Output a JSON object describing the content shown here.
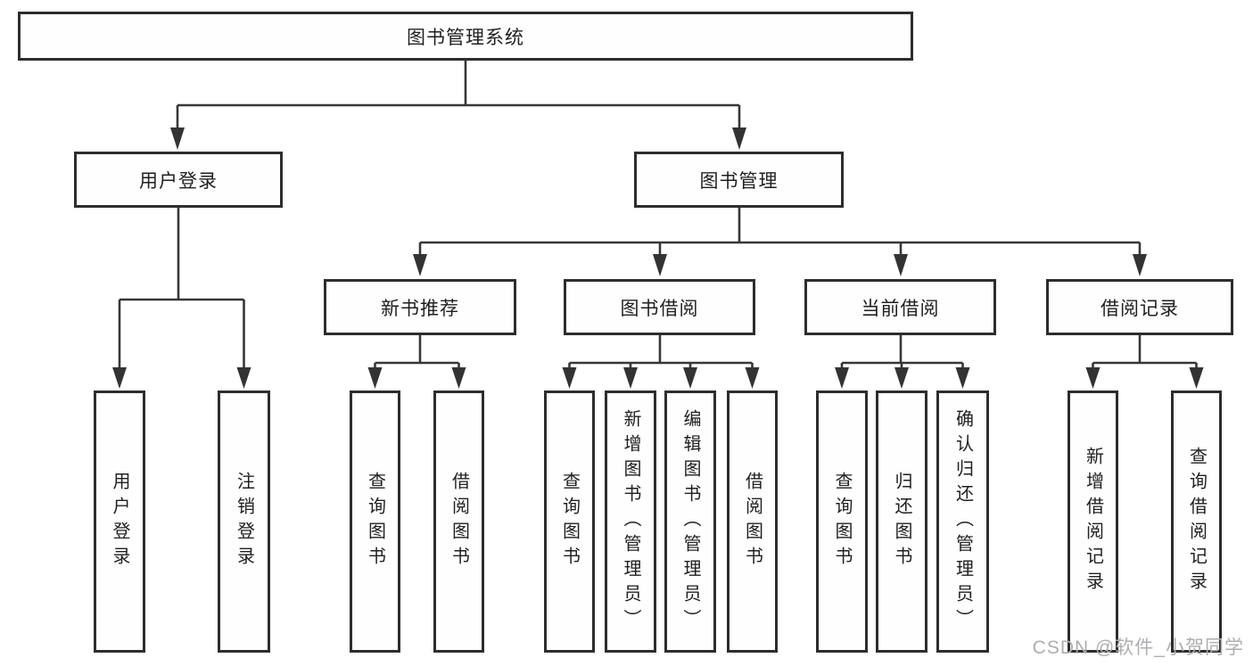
{
  "diagram": {
    "title": "图书管理系统",
    "level2": {
      "user_login": "用户登录",
      "book_management": "图书管理"
    },
    "level3": {
      "new_book_recommend": "新书推荐",
      "book_borrow": "图书借阅",
      "current_borrow": "当前借阅",
      "borrow_records": "借阅记录"
    },
    "leaves": {
      "user_login": [
        "用户登录",
        "注销登录"
      ],
      "new_book_recommend": [
        "查询图书",
        "借阅图书"
      ],
      "book_borrow": [
        "查询图书",
        "新增图书（管理员）",
        "编辑图书（管理员）",
        "借阅图书"
      ],
      "current_borrow": [
        "查询图书",
        "归还图书",
        "确认归还（管理员）"
      ],
      "borrow_records": [
        "新增借阅记录",
        "查询借阅记录"
      ]
    }
  },
  "watermark": "CSDN @软件_小贺同学",
  "colors": {
    "line": "#373737",
    "box_border": "#2d2d2d",
    "text": "#1f1f1f",
    "watermark": "#aeaeb2",
    "background": "#ffffff"
  }
}
